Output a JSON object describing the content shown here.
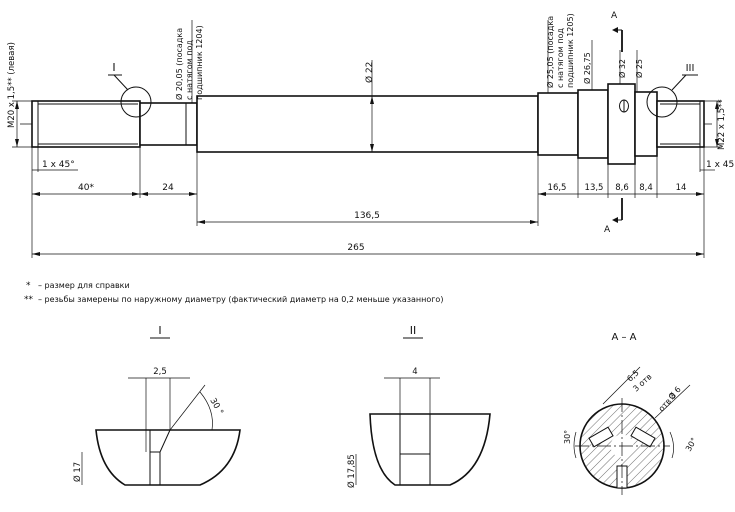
{
  "dimensions": {
    "total_length": "265",
    "length_136": "136,5",
    "length_40": "40*",
    "length_24": "24",
    "length_16_5": "16,5",
    "length_13_5": "13,5",
    "length_8_6": "8,6",
    "length_8_4": "8,4",
    "length_14": "14",
    "chamfer_left": "1 x 45°",
    "chamfer_right": "1 x 45°",
    "dia_22": "Ø 22",
    "dia_20_05": "Ø 20,05 (посадка",
    "dia_20_05_2": "с натягом под",
    "dia_20_05_3": "подшипник 1204)",
    "dia_25_05": "Ø 25,05 (посадка",
    "dia_25_05_2": "с натягом под",
    "dia_25_05_3": "подшипник 1205)",
    "dia_26_75": "Ø 26,75",
    "dia_32": "Ø 32",
    "dia_25": "Ø 25",
    "thread_left": "M20 x 1,5** (левая)",
    "thread_right": "M22 x 1,5**"
  },
  "markers": {
    "view_1": "I",
    "view_2": "II",
    "view_3": "III",
    "section_a": "A",
    "section_title": "A – A"
  },
  "notes": {
    "note_1_mark": "*",
    "note_1_text": "– размер для справки",
    "note_2_mark": "**",
    "note_2_text": "– резьбы замерены по наружному диаметру (фактический диаметр на 0,2 меньше указанного)"
  },
  "detail_1": {
    "width": "2,5",
    "angle": "30 °",
    "dia": "Ø 17"
  },
  "detail_2": {
    "width": "4",
    "dia": "Ø 17,85"
  },
  "detail_a": {
    "d1": "6,5",
    "d2": "3 отв",
    "d3": "Ø 6",
    "d4": "отв 3",
    "angle_l": "30°",
    "angle_r": "30°"
  }
}
